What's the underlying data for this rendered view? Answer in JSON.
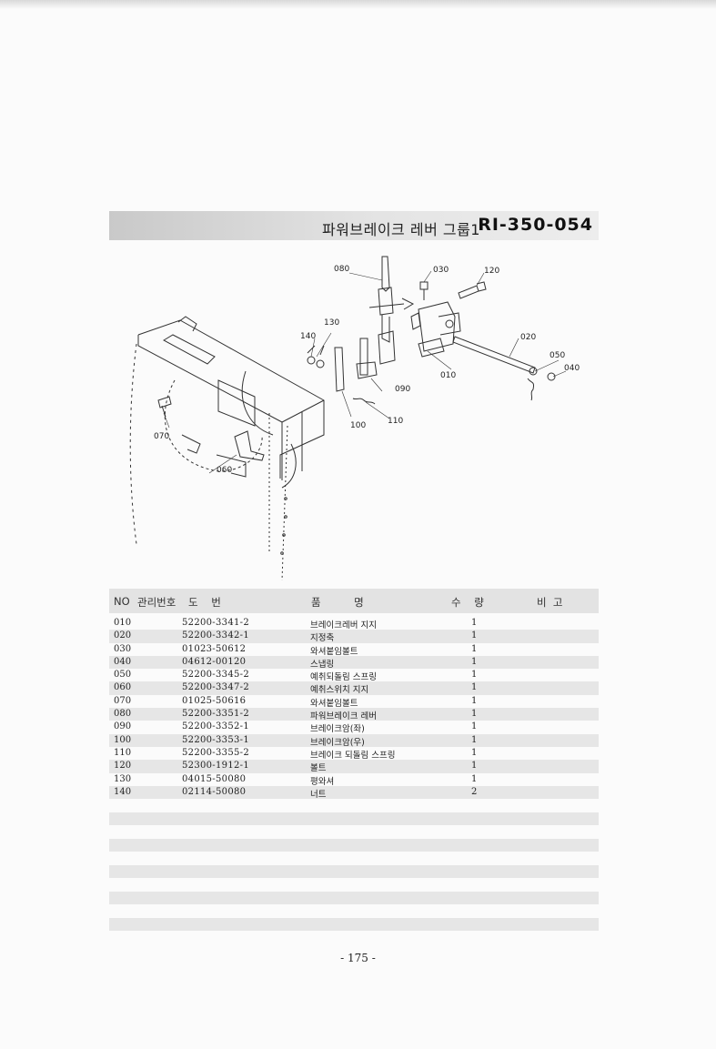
{
  "header": {
    "title": "파워브레이크 레버 그룹1",
    "code": "RI-350-054"
  },
  "diagram": {
    "callouts": [
      "080",
      "030",
      "120",
      "130",
      "140",
      "020",
      "050",
      "040",
      "010",
      "090",
      "110",
      "100",
      "070",
      "060"
    ]
  },
  "table": {
    "columns": {
      "no": "NO",
      "mgmt": "관리번호",
      "drawing": "도    번",
      "name": "품          명",
      "qty": "수    량",
      "remark": "비  고"
    },
    "rows": [
      {
        "no": "010",
        "part": "52200-3341-2",
        "name": "브레이크레버 지지",
        "qty": "1"
      },
      {
        "no": "020",
        "part": "52200-3342-1",
        "name": "지정축",
        "qty": "1"
      },
      {
        "no": "030",
        "part": "01023-50612",
        "name": "와셔붙임볼트",
        "qty": "1"
      },
      {
        "no": "040",
        "part": "04612-00120",
        "name": "스냅링",
        "qty": "1"
      },
      {
        "no": "050",
        "part": "52200-3345-2",
        "name": "예취되돌림 스프링",
        "qty": "1"
      },
      {
        "no": "060",
        "part": "52200-3347-2",
        "name": "예취스위치 지지",
        "qty": "1"
      },
      {
        "no": "070",
        "part": "01025-50616",
        "name": "와셔붙임볼트",
        "qty": "1"
      },
      {
        "no": "080",
        "part": "52200-3351-2",
        "name": "파워브레이크 레버",
        "qty": "1"
      },
      {
        "no": "090",
        "part": "52200-3352-1",
        "name": "브레이크암(좌)",
        "qty": "1"
      },
      {
        "no": "100",
        "part": "52200-3353-1",
        "name": "브레이크암(우)",
        "qty": "1"
      },
      {
        "no": "110",
        "part": "52200-3355-2",
        "name": "브레이크 되돌림 스프링",
        "qty": "1"
      },
      {
        "no": "120",
        "part": "52300-1912-1",
        "name": "볼트",
        "qty": "1"
      },
      {
        "no": "130",
        "part": "04015-50080",
        "name": "평와셔",
        "qty": "1"
      },
      {
        "no": "140",
        "part": "02114-50080",
        "name": "너트",
        "qty": "2"
      }
    ]
  },
  "footer": {
    "page": "- 175 -"
  }
}
